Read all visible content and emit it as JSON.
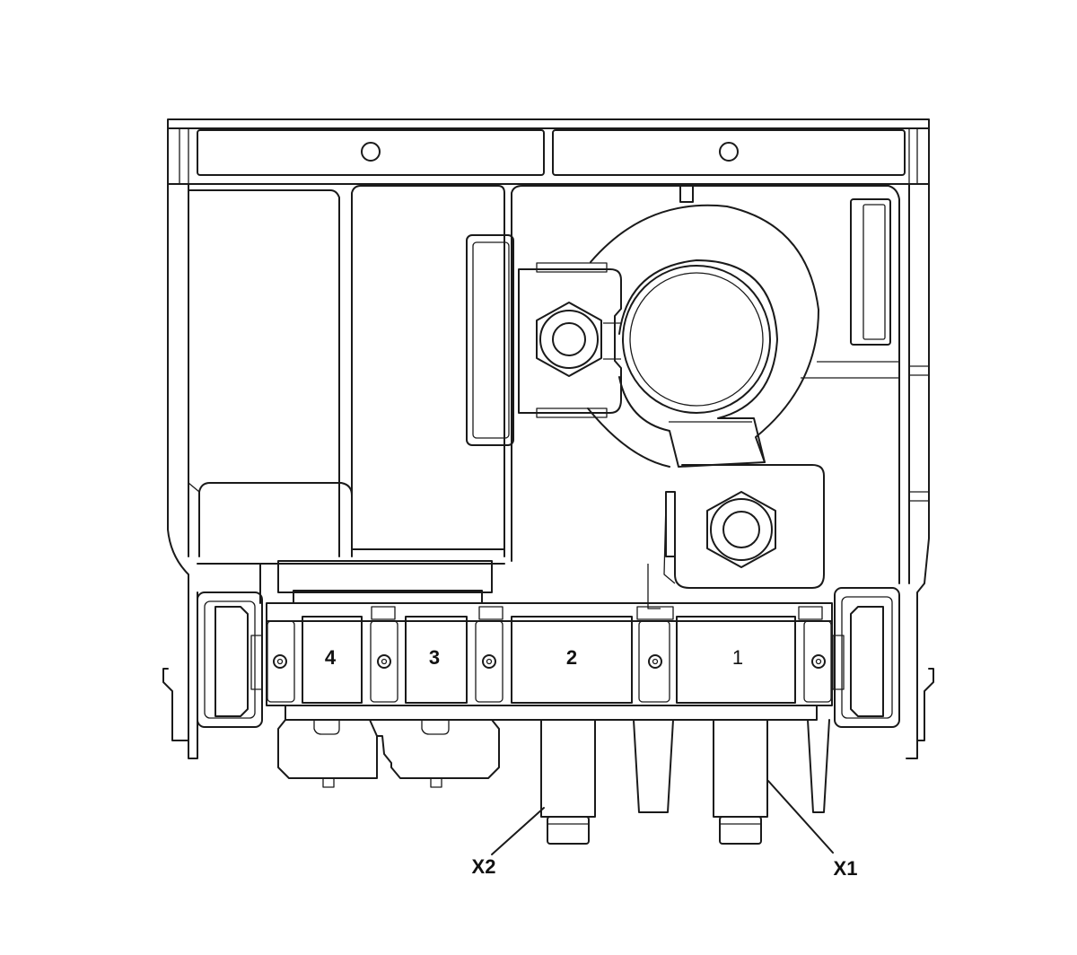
{
  "fuse_slots": [
    {
      "label": "4"
    },
    {
      "label": "3"
    },
    {
      "label": "2"
    },
    {
      "label": "1"
    }
  ],
  "callouts": {
    "x2": "X2",
    "x1": "X1"
  },
  "colors": {
    "line": "#1a1a1a",
    "background": "#ffffff"
  }
}
